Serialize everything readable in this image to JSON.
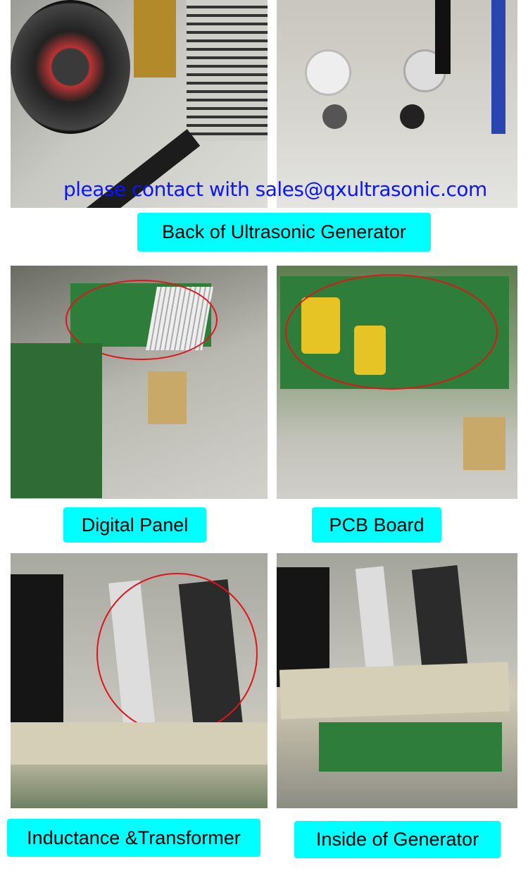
{
  "contact_text": "please contact with sales@qxultrasonic.com",
  "labels": {
    "back": "Back of Ultrasonic Generator",
    "digital_panel": "Digital Panel",
    "pcb_board": "PCB Board",
    "inductance_transformer": "Inductance &Transformer",
    "inside": "Inside of Generator"
  },
  "colors": {
    "label_bg": "#00ffff",
    "contact_text": "#0a14ff",
    "highlight_ellipse": "#e0141a"
  }
}
